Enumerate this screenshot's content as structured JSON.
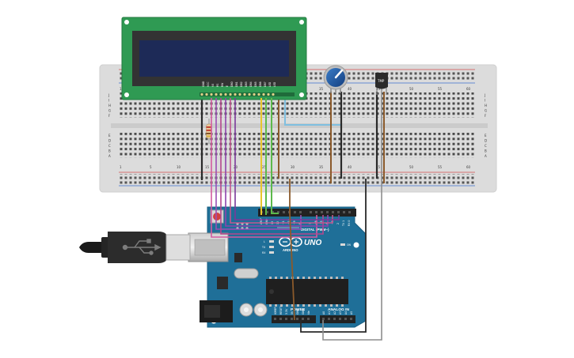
{
  "breadboard": {
    "row_letters_top": [
      "J",
      "I",
      "H",
      "G",
      "F"
    ],
    "row_letters_bottom": [
      "E",
      "D",
      "C",
      "B",
      "A"
    ],
    "column_numbers": [
      "1",
      "5",
      "10",
      "15",
      "20",
      "25",
      "30",
      "35",
      "40",
      "45",
      "50",
      "55",
      "60"
    ]
  },
  "lcd": {
    "pin_labels": [
      "GND",
      "VCC",
      "V0",
      "RS",
      "RW",
      "E",
      "DB0",
      "DB1",
      "DB2",
      "DB3",
      "DB4",
      "DB5",
      "DB6",
      "DB7",
      "LED",
      "LED"
    ]
  },
  "sensor": {
    "label": "TMP"
  },
  "arduino": {
    "logo_text": "UNO",
    "brand_text": "ARDUINO",
    "digital_label": "DIGITAL (PWM~)",
    "power_label": "POWER",
    "analog_label": "ANALOG IN",
    "on_label": "ON",
    "tx_label": "TX",
    "rx_label": "RX",
    "l_label": "L",
    "power_pins": [
      "IOREF",
      "RESET",
      "3.3V",
      "5V",
      "GND",
      "GND",
      "Vin"
    ],
    "analog_pins": [
      "A0",
      "A1",
      "A2",
      "A3",
      "A4",
      "A5"
    ],
    "digital_pins": [
      "AREF",
      "GND",
      "13",
      "12",
      "~11",
      "~10",
      "~9",
      "8",
      "7",
      "~6",
      "~5",
      "4",
      "~3",
      "2",
      "TX 1",
      "RX 0"
    ]
  },
  "colors": {
    "breadboard": "#dddddd",
    "lcd_pcb": "#2f9a53",
    "lcd_screen": "#1d2a57",
    "arduino_pcb": "#1f6f98",
    "wire_yellow": "#e9c62c",
    "wire_green": "#5cb94b",
    "wire_brown": "#8b5a2b",
    "wire_purple": "#9b4fb4",
    "wire_pink": "#d45aa0",
    "wire_black": "#2a2a2a",
    "wire_gray": "#8e8e8e",
    "wire_lightblue": "#7fbfe0"
  }
}
